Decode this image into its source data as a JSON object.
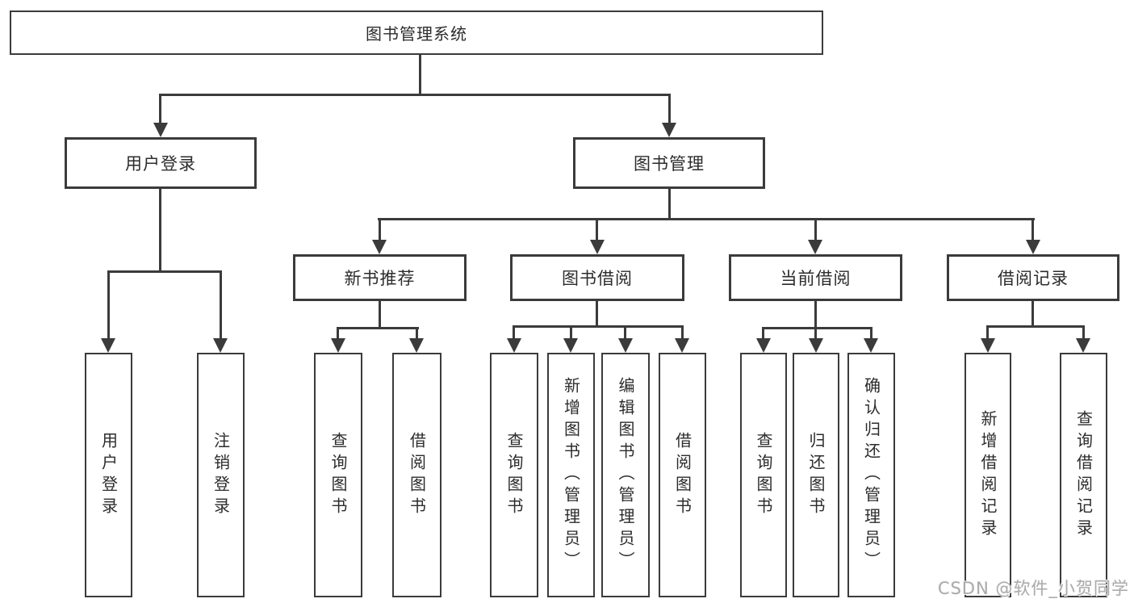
{
  "tree": {
    "root": {
      "label": "图书管理系统",
      "children": [
        {
          "label": "用户登录",
          "children": [
            {
              "label": "用户登录"
            },
            {
              "label": "注销登录"
            }
          ]
        },
        {
          "label": "图书管理",
          "children": [
            {
              "label": "新书推荐",
              "children": [
                {
                  "label": "查询图书"
                },
                {
                  "label": "借阅图书"
                }
              ]
            },
            {
              "label": "图书借阅",
              "children": [
                {
                  "label": "查询图书"
                },
                {
                  "label": "新增图书（管理员）"
                },
                {
                  "label": "编辑图书（管理员）"
                },
                {
                  "label": "借阅图书"
                }
              ]
            },
            {
              "label": "当前借阅",
              "children": [
                {
                  "label": "查询图书"
                },
                {
                  "label": "归还图书"
                },
                {
                  "label": "确认归还（管理员）"
                }
              ]
            },
            {
              "label": "借阅记录",
              "children": [
                {
                  "label": "新增借阅记录"
                },
                {
                  "label": "查询借阅记录"
                }
              ]
            }
          ]
        }
      ]
    }
  },
  "watermark": {
    "text": "CSDN @软件_小贺同学"
  },
  "colors": {
    "line": "#3b3b3b",
    "text": "#2c2c2c",
    "background": "#ffffff",
    "watermark": "#aaaaaa"
  }
}
